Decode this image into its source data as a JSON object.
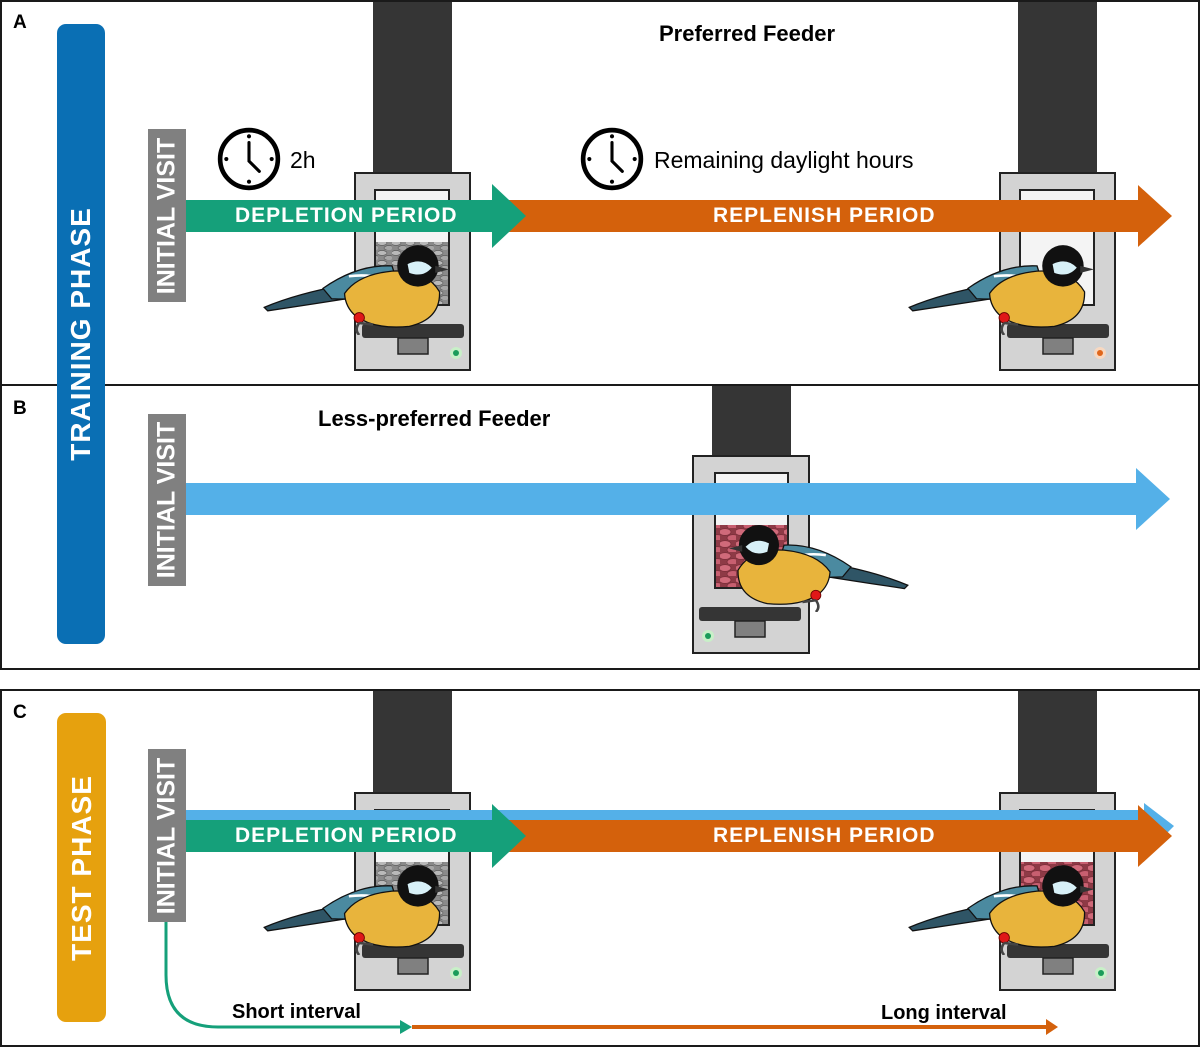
{
  "colors": {
    "training_phase": "#0a6fb4",
    "test_phase": "#e6a10e",
    "initial_visit": "#808080",
    "depletion": "#15a07a",
    "replenish": "#d4610c",
    "less_preferred": "#54b0e8",
    "feeder_body": "#d3d3d3",
    "feeder_pole": "#353535",
    "led_green": "#1a9c5a",
    "led_orange": "#e0661a"
  },
  "panels": {
    "a": {
      "letter": "A",
      "title": "Preferred Feeder",
      "initial_visit": "INITIAL VISIT",
      "clock1": {
        "icon": "clock-icon",
        "label": "2h"
      },
      "clock2": {
        "icon": "clock-icon",
        "label": "Remaining daylight hours"
      },
      "depletion_label": "DEPLETION PERIOD",
      "replenish_label": "REPLENISH PERIOD",
      "feeder1": {
        "contents": "sunflower-seeds",
        "led": "green"
      },
      "feeder2": {
        "contents": "empty",
        "led": "orange"
      }
    },
    "b": {
      "letter": "B",
      "title": "Less-preferred Feeder",
      "initial_visit": "INITIAL VISIT",
      "feeder": {
        "contents": "peanuts",
        "led": "green"
      }
    },
    "c": {
      "letter": "C",
      "initial_visit": "INITIAL VISIT",
      "depletion_label": "DEPLETION PERIOD",
      "replenish_label": "REPLENISH PERIOD",
      "short_interval": "Short interval",
      "long_interval": "Long interval",
      "feeder1": {
        "contents": "sunflower-seeds",
        "led": "green"
      },
      "feeder2": {
        "contents": "peanuts",
        "led": "green"
      }
    }
  },
  "phases": {
    "training": "TRAINING PHASE",
    "test": "TEST PHASE"
  }
}
